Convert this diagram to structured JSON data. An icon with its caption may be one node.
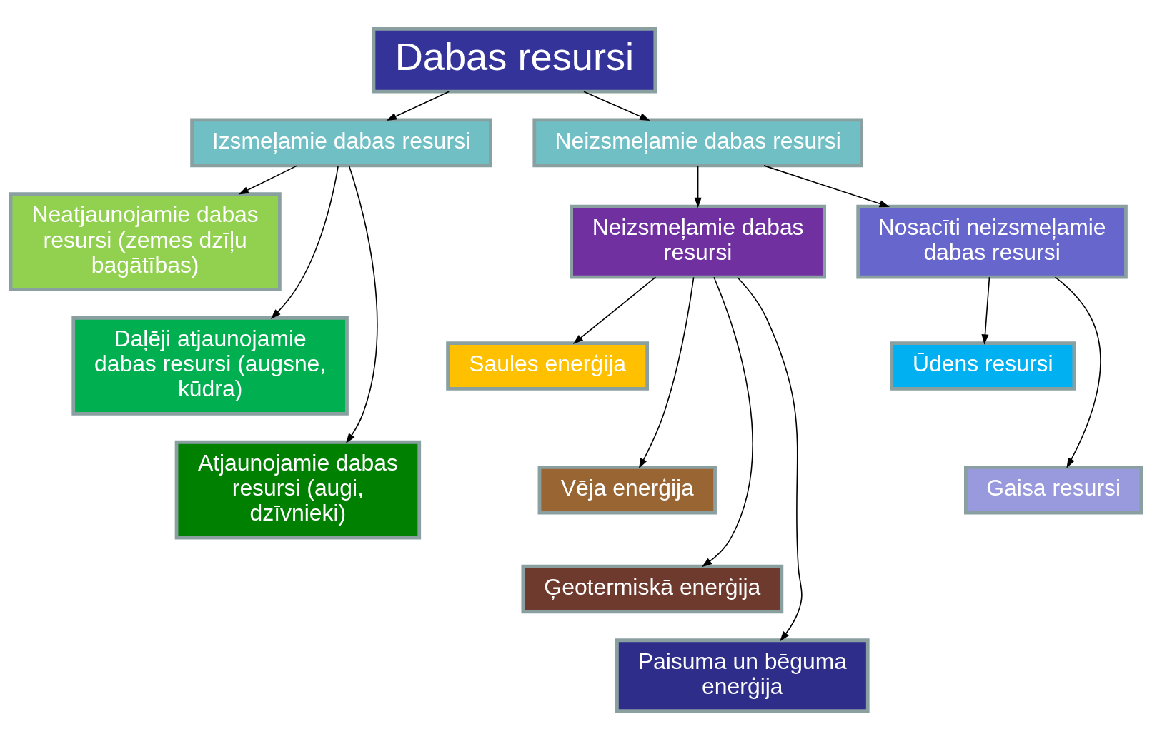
{
  "diagram": {
    "nodes": [
      {
        "text": [
          "Dabas resursi"
        ]
      },
      {
        "text": [
          "Izsmeļamie dabas resursi"
        ]
      },
      {
        "text": [
          "Neizsmeļamie dabas resursi"
        ]
      },
      {
        "text": [
          "Neatjaunojamie dabas resursi (zemes dzīļu bagātības)"
        ]
      },
      {
        "text": [
          "Daļēji atjaunojamie dabas resursi (augsne, kūdra)"
        ]
      },
      {
        "text": [
          "Atjaunojamie dabas resursi (augi, dzīvnieki)"
        ]
      },
      {
        "text": [
          "Neizsmeļamie dabas resursi"
        ]
      },
      {
        "text": [
          "Nosacīti neizsmeļamie dabas resursi"
        ]
      },
      {
        "text": [
          "Saules enerģija"
        ]
      },
      {
        "text": [
          "Vēja enerģija"
        ]
      },
      {
        "text": [
          "Ģeotermiskā enerģija"
        ]
      },
      {
        "text": [
          "Paisuma un bēguma enerģija"
        ]
      },
      {
        "text": [
          "Ūdens resursi"
        ]
      },
      {
        "text": [
          "Gaisa resursi"
        ]
      }
    ],
    "edges": [
      {
        "from": 0,
        "to": 1,
        "arrow": "to"
      },
      {
        "from": 0,
        "to": 2,
        "arrow": "to"
      },
      {
        "from": 1,
        "to": 3,
        "arrow": "to"
      },
      {
        "from": 1,
        "to": 4,
        "arrow": "to"
      },
      {
        "from": 1,
        "to": 5,
        "arrow": "to"
      },
      {
        "from": 2,
        "to": 6,
        "arrow": "to"
      },
      {
        "from": 2,
        "to": 7,
        "arrow": "to"
      },
      {
        "from": 6,
        "to": 8,
        "arrow": "to"
      },
      {
        "from": 6,
        "to": 9,
        "arrow": "to"
      },
      {
        "from": 6,
        "to": 10,
        "arrow": "to"
      },
      {
        "from": 6,
        "to": 11,
        "arrow": "to"
      },
      {
        "from": 7,
        "to": 12,
        "arrow": "to"
      },
      {
        "from": 7,
        "to": 13,
        "arrow": "to"
      }
    ]
  }
}
